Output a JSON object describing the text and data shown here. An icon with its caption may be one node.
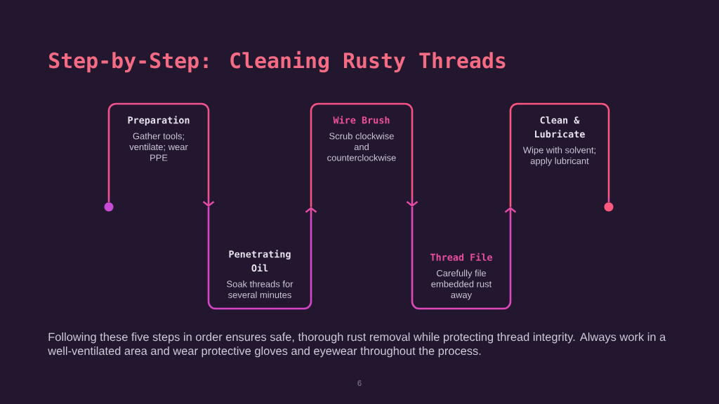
{
  "diagram": {
    "title": "Step-by-Step: Cleaning Rusty Threads",
    "nodes": [
      {
        "text": [],
        "shape": "circle"
      },
      {
        "text": [
          "Preparation",
          "Gather tools; ventilate; wear PPE"
        ]
      },
      {
        "text": [
          "Penetrating Oil",
          "Soak threads for several minutes"
        ]
      },
      {
        "text": [
          "Wire Brush",
          "Scrub clockwise and counterclockwise"
        ]
      },
      {
        "text": [
          "Thread File",
          "Carefully file embedded rust away"
        ]
      },
      {
        "text": [
          "Clean & Lubricate",
          "Wipe with solvent; apply lubricant"
        ]
      },
      {
        "text": [],
        "shape": "circle"
      }
    ],
    "edges": [
      {
        "from": 0,
        "to": 1,
        "arrow": "none"
      },
      {
        "from": 1,
        "to": 2,
        "arrow": "to"
      },
      {
        "from": 2,
        "to": 3,
        "arrow": "to"
      },
      {
        "from": 3,
        "to": 4,
        "arrow": "to"
      },
      {
        "from": 4,
        "to": 5,
        "arrow": "to"
      },
      {
        "from": 5,
        "to": 6,
        "arrow": "none"
      }
    ],
    "labels": [
      "Following these five steps in order ensures safe, thorough rust removal while protecting thread integrity. Always work in a well-ventilated area and wear protective gloves and eyewear throughout the process.",
      "6"
    ]
  }
}
